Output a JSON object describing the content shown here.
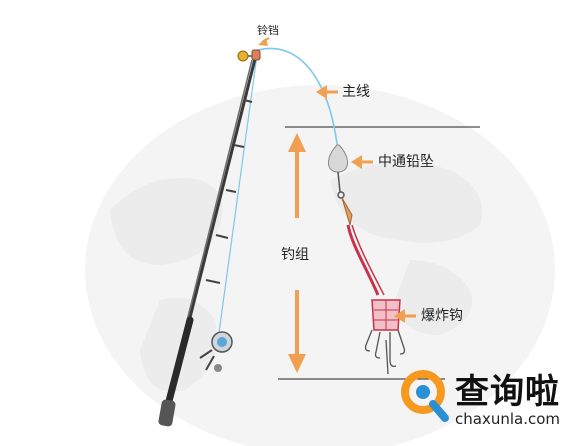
{
  "labels": {
    "bell": "铃铛",
    "main_line": "主线",
    "sinker": "中通铅坠",
    "rig": "钓组",
    "explosion_hook": "爆炸钩"
  },
  "watermark": {
    "brand": "查询啦",
    "site": "chaxunla.com"
  },
  "colors": {
    "arrow": "#f0a050",
    "line": "#7ec8e8",
    "rod": "#3a3a3a",
    "sinker": "#d8d8d8",
    "rig_red": "#c8334a",
    "map_bg": "#ececec",
    "brand_orange": "#f59a1e",
    "brand_blue": "#2b8fd6"
  },
  "icons": {
    "logo": "magnifier-q-icon"
  }
}
